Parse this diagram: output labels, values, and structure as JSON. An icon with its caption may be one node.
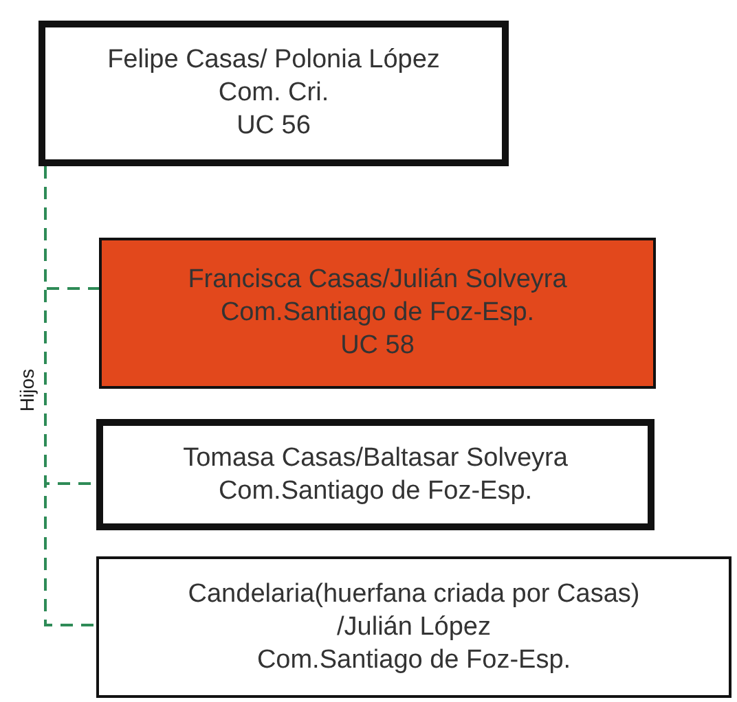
{
  "diagram": {
    "nodes": [
      {
        "text": [
          "Felipe Casas/ Polonia López",
          "Com. Cri.",
          "UC 56"
        ]
      },
      {
        "text": [
          "Francisca Casas/Julián Solveyra",
          "Com.Santiago de Foz-Esp.",
          "UC 58"
        ]
      },
      {
        "text": [
          "Tomasa Casas/Baltasar Solveyra",
          "Com.Santiago de Foz-Esp."
        ]
      },
      {
        "text": [
          "Candelaria(huerfana criada por Casas) /Julián López",
          "Com.Santiago de Foz-Esp."
        ]
      }
    ],
    "edges": [
      {
        "from": 0,
        "to": 1,
        "arrow": "none",
        "style": "dashed",
        "color": "#2e8b57"
      },
      {
        "from": 0,
        "to": 2,
        "arrow": "none",
        "style": "dashed",
        "color": "#2e8b57"
      },
      {
        "from": 0,
        "to": 3,
        "arrow": "none",
        "style": "dashed",
        "color": "#2e8b57"
      }
    ],
    "labels": [
      "Hijos"
    ]
  }
}
